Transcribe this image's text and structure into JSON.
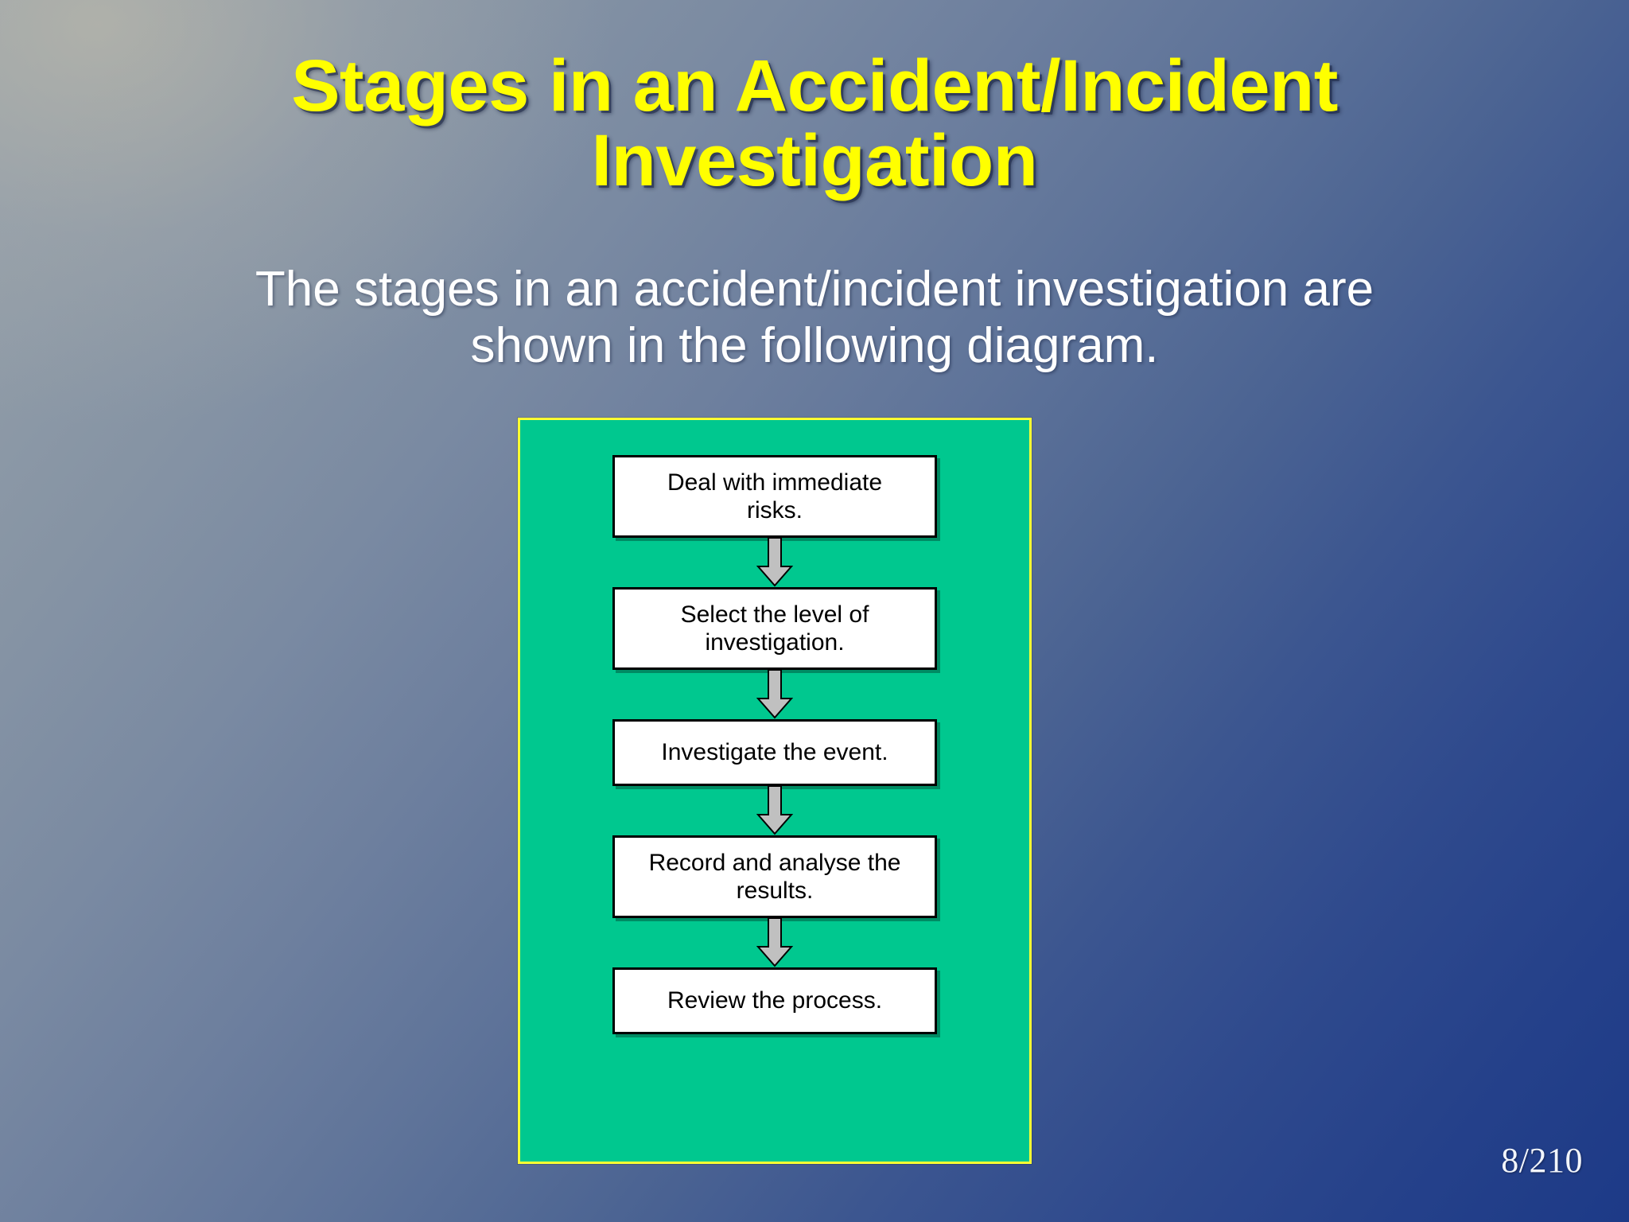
{
  "slide": {
    "title": "Stages in an Accident/Incident\nInvestigation",
    "subtitle": "The stages in an accident/incident investigation are\nshown in the following diagram.",
    "page_number": "8/210",
    "colors": {
      "title_text": "#ffff00",
      "subtitle_text": "#ffffff",
      "panel_fill": "#00c88f",
      "panel_border": "#ffff33",
      "box_fill": "#ffffff",
      "box_border": "#000000",
      "arrow_fill": "#c0c0c0",
      "arrow_stroke": "#000000",
      "background_start": "#97a2ab",
      "background_end": "#1d3a87"
    }
  },
  "diagram": {
    "type": "flowchart",
    "orientation": "vertical",
    "connector": "down-arrow",
    "steps": [
      {
        "index": 1,
        "label": "Deal with immediate\nrisks.",
        "lines": 2
      },
      {
        "index": 2,
        "label": "Select the level of\ninvestigation.",
        "lines": 2
      },
      {
        "index": 3,
        "label": "Investigate the event.",
        "lines": 1
      },
      {
        "index": 4,
        "label": "Record and analyse the\nresults.",
        "lines": 2
      },
      {
        "index": 5,
        "label": "Review the process.",
        "lines": 1
      }
    ]
  }
}
